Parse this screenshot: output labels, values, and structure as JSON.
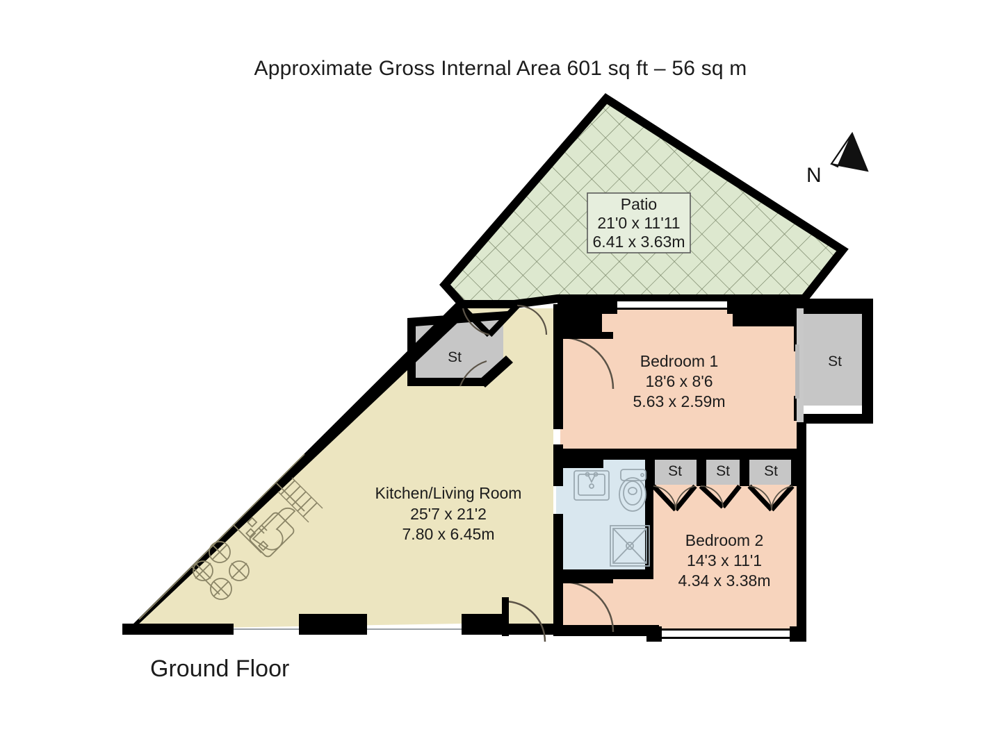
{
  "header": {
    "title": "Approximate Gross Internal Area 601 sq ft – 56 sq m"
  },
  "footer": {
    "floor_label": "Ground Floor"
  },
  "compass": {
    "label": "N",
    "icon": "north-arrow-icon"
  },
  "colors": {
    "wall": "#000000",
    "patio_fill": "#dde8cf",
    "patio_hatch": "#6d7a5c",
    "bedroom_fill": "#f7d4bd",
    "living_fill": "#ece5c0",
    "bathroom_fill": "#d9e7ef",
    "storage_fill": "#c6c6c6",
    "fixture_stroke": "#9aa8b0",
    "kitchen_stroke": "#8a8466",
    "door_arc": "#5b5347",
    "text": "#1c1c1c",
    "window": "#ffffff"
  },
  "rooms": [
    {
      "id": "patio",
      "name": "Patio",
      "dim_imperial": "21'0 x 11'11",
      "dim_metric": "6.41 x 3.63m",
      "fill": "#dde8cf"
    },
    {
      "id": "bedroom-1",
      "name": "Bedroom 1",
      "dim_imperial": "18'6 x 8'6",
      "dim_metric": "5.63 x 2.59m",
      "fill": "#f7d4bd"
    },
    {
      "id": "bedroom-2",
      "name": "Bedroom  2",
      "dim_imperial": "14'3 x 11'1",
      "dim_metric": "4.34 x 3.38m",
      "fill": "#f7d4bd"
    },
    {
      "id": "kitchen-living-room",
      "name": "Kitchen/Living Room",
      "dim_imperial": "25'7 x 21'2",
      "dim_metric": "7.80 x 6.45m",
      "fill": "#ece5c0"
    }
  ],
  "storage": [
    {
      "id": "st-hall",
      "label": "St"
    },
    {
      "id": "st-right",
      "label": "St"
    },
    {
      "id": "st-center-1",
      "label": "St"
    },
    {
      "id": "st-center-2",
      "label": "St"
    },
    {
      "id": "st-center-3",
      "label": "St"
    }
  ],
  "fixtures": [
    {
      "id": "kitchen-hob",
      "icon": "hob-icon"
    },
    {
      "id": "kitchen-sink",
      "icon": "sink-icon"
    },
    {
      "id": "kitchen-drainer",
      "icon": "drainer-icon"
    },
    {
      "id": "bathroom-basin",
      "icon": "basin-icon"
    },
    {
      "id": "bathroom-wc",
      "icon": "toilet-icon"
    },
    {
      "id": "bathroom-shower",
      "icon": "shower-icon"
    }
  ]
}
